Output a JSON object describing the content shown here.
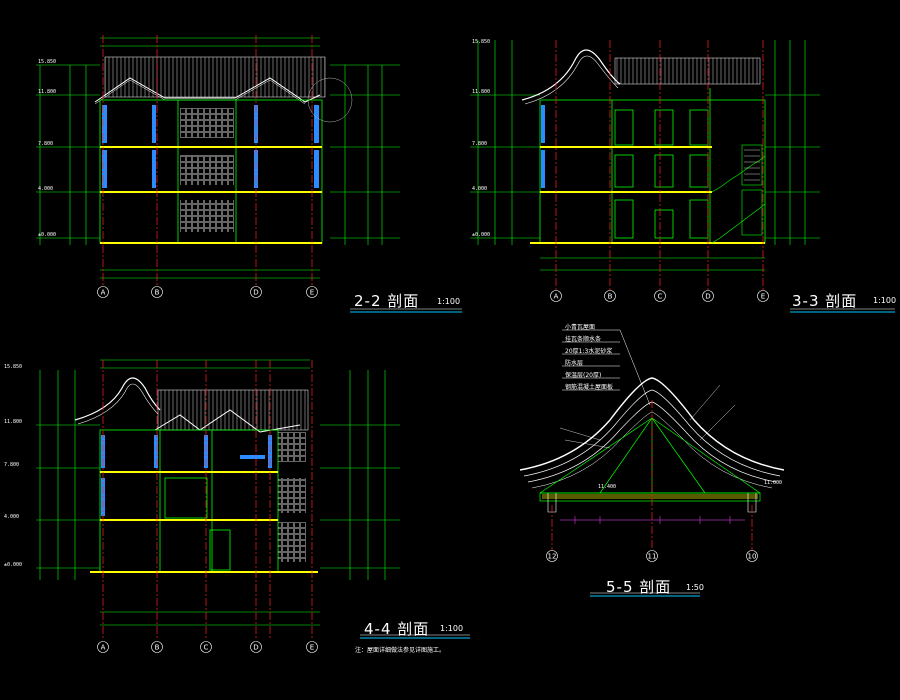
{
  "colors": {
    "background": "#000000",
    "wall": "#00ff00",
    "axis": "#ff2020",
    "floor": "#ffff00",
    "window": "#00c8ff",
    "column": "#2a8cff",
    "roof": "#ffffff",
    "annotation": "#ffffff",
    "dimension": "#00ff00",
    "detail": "#ff40ff",
    "hatch": "#9a9a9a"
  },
  "sections": [
    {
      "title": "2-2 剖面",
      "scale": "1:100",
      "axes": [
        "A",
        "B",
        "D",
        "E"
      ],
      "levels": [
        "15.850",
        "11.800",
        "7.800",
        "4.000",
        "±0.000"
      ]
    },
    {
      "title": "3-3 剖面",
      "scale": "1:100",
      "axes": [
        "A",
        "B",
        "C",
        "D",
        "E"
      ],
      "levels": [
        "15.850",
        "11.800",
        "7.800",
        "4.000",
        "±0.000"
      ]
    },
    {
      "title": "4-4 剖面",
      "scale": "1:100",
      "axes": [
        "A",
        "B",
        "C",
        "D",
        "E"
      ],
      "levels": [
        "15.850",
        "11.800",
        "7.800",
        "4.000",
        "±0.000"
      ],
      "note": "注：屋面详细做法参见详图施工。"
    },
    {
      "title": "5-5 剖面",
      "scale": "1:50",
      "axes": [
        "12",
        "11",
        "10"
      ],
      "levels": [
        "11.400",
        "11.000"
      ],
      "layers": [
        "小青瓦屋面",
        "挂瓦条顺水条",
        "20厚1:3水泥砂浆",
        "防水层",
        "保温层(20厚)",
        "钢筋混凝土屋面板"
      ]
    }
  ]
}
